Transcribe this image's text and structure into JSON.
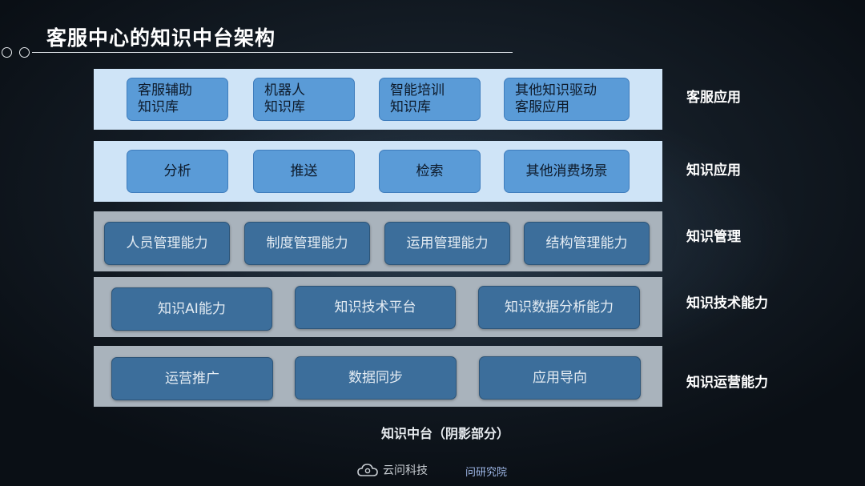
{
  "slide": {
    "title": "客服中心的知识中台架构",
    "footer": "知识中台（阴影部分）"
  },
  "layers": [
    {
      "label": "客服应用",
      "boxes": [
        "客服辅助\n知识库",
        "机器人\n知识库",
        "智能培训\n知识库",
        "其他知识驱动\n客服应用"
      ]
    },
    {
      "label": "知识应用",
      "boxes": [
        "分析",
        "推送",
        "检索",
        "其他消费场景"
      ]
    },
    {
      "label": "知识管理",
      "boxes": [
        "人员管理能力",
        "制度管理能力",
        "运用管理能力",
        "结构管理能力"
      ]
    },
    {
      "label": "知识技术能力",
      "boxes": [
        "知识AI能力",
        "知识技术平台",
        "知识数据分析能力"
      ]
    },
    {
      "label": "知识运营能力",
      "boxes": [
        "运营推广",
        "数据同步",
        "应用导向"
      ]
    }
  ],
  "branding": {
    "logo_text": "云问科技",
    "logo_icon": "cloud-icon",
    "partner_text": "问研究院"
  },
  "colors": {
    "application_layer_bg": "#cfe4f7",
    "capability_layer_bg": "#a9b3bc",
    "application_box": "#5a9bd7",
    "capability_box": "#3c6e9b"
  }
}
